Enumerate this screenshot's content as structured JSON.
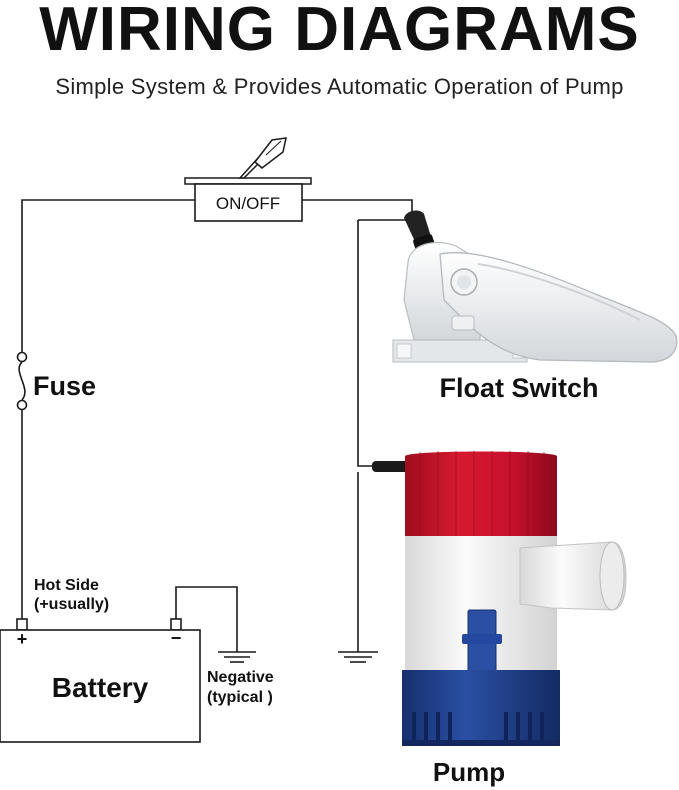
{
  "header": {
    "title": "WIRING DIAGRAMS",
    "subtitle": "Simple System & Provides Automatic Operation of Pump"
  },
  "diagram": {
    "switch_label": "ON/OFF",
    "fuse_label": "Fuse",
    "float_switch_label": "Float Switch",
    "battery_label": "Battery",
    "battery_positive": "+",
    "battery_negative": "−",
    "hot_side_line1": "Hot Side",
    "hot_side_line2": "(+usually)",
    "negative_line1": "Negative",
    "negative_line2": "(typical )",
    "pump_label": "Pump"
  },
  "colors": {
    "wire": "#1a1a1a",
    "pump_red": "#c8102e",
    "pump_white": "#f2f2f2",
    "pump_blue": "#1f3f8f",
    "float_body": "#e9ecef"
  }
}
